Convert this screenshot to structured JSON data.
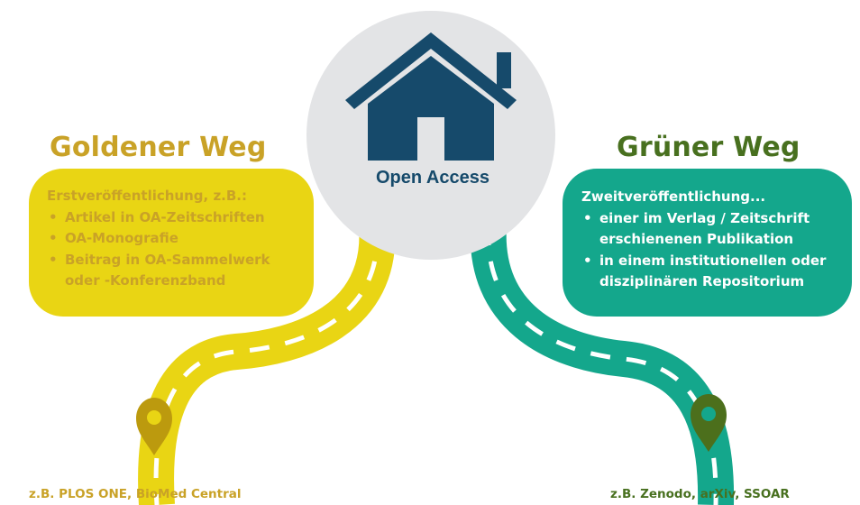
{
  "colors": {
    "gold": "#E9D514",
    "gold_text": "#C9A227",
    "gold_pin": "#BC9A0E",
    "green": "#14A78C",
    "green_text": "#48701F",
    "green_pin": "#4C6F1C",
    "navy": "#164A6B",
    "circle": "#E3E4E6"
  },
  "center": {
    "icon": "house-icon",
    "label": "Open Access"
  },
  "golden": {
    "title": "Goldener Weg",
    "intro": "Erstveröffentlichung, z.B.:",
    "bullets": [
      "Artikel in OA-Zeitschriften",
      "OA-Monografie",
      "Beitrag in OA-Sammelwerk"
    ],
    "bullet_continuation": "oder -Konferenzband",
    "pin_icon": "location-pin-icon",
    "example": "z.B. PLOS ONE, BioMed Central"
  },
  "green": {
    "title": "Grüner Weg",
    "intro": "Zweitveröffentlichung...",
    "bullets": [
      "einer im Verlag / Zeitschrift",
      "in einem institutionellen oder"
    ],
    "bullet_continuations": [
      "erschienenen Publikation",
      "disziplinären  Repositorium"
    ],
    "pin_icon": "location-pin-icon",
    "example": "z.B. Zenodo, arXiv, SSOAR"
  },
  "bullet_char": "•"
}
